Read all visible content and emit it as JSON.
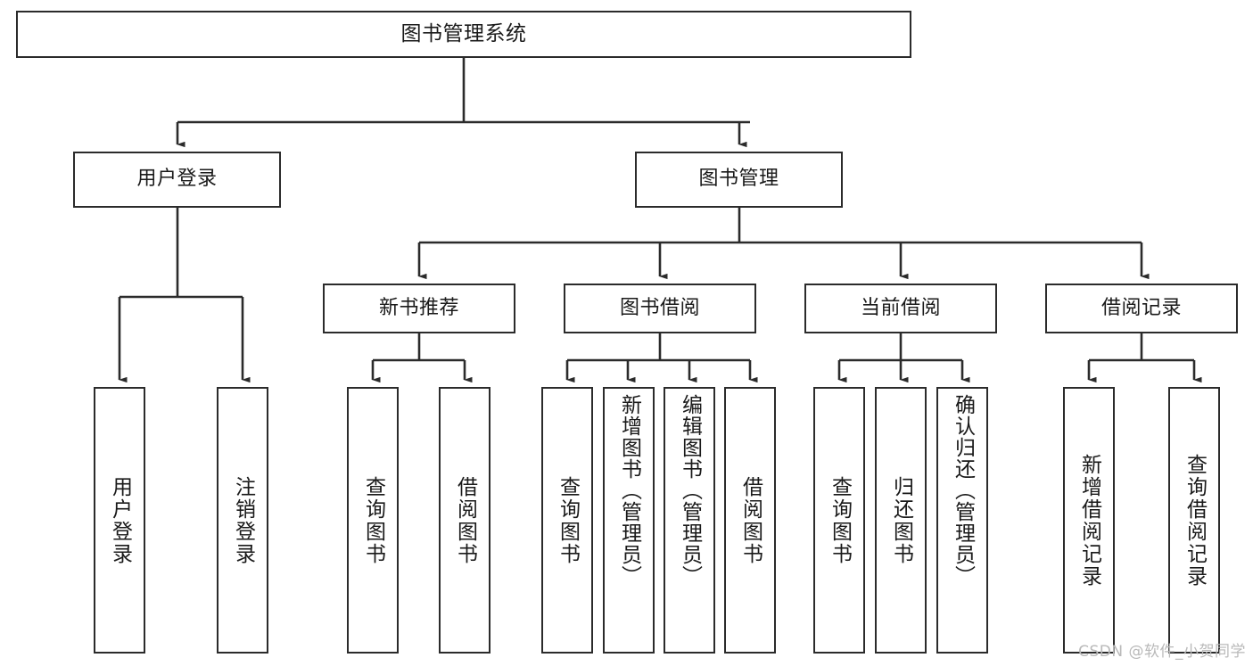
{
  "diagram": {
    "type": "tree",
    "title": "图书管理系统",
    "orientation": "top-down",
    "colors": {
      "background": "#ffffff",
      "node_border": "#2b2b2b",
      "node_fill": "#ffffff",
      "edge": "#2b2b2b",
      "text": "#1a1a1a",
      "watermark": "#b9b9b9"
    }
  },
  "watermark": "CSDN @软件_小贺同学",
  "nodes": {
    "root": {
      "label": "图书管理系统"
    },
    "level2": [
      {
        "id": "user-login",
        "label": "用户登录"
      },
      {
        "id": "book-manage",
        "label": "图书管理"
      }
    ],
    "level3": [
      {
        "id": "new-book-recommend",
        "label": "新书推荐"
      },
      {
        "id": "book-borrow",
        "label": "图书借阅"
      },
      {
        "id": "current-borrow",
        "label": "当前借阅"
      },
      {
        "id": "borrow-record",
        "label": "借阅记录"
      }
    ],
    "leaves": [
      {
        "id": "leaf-user-login",
        "label": "用户登录",
        "parent": "user-login"
      },
      {
        "id": "leaf-user-logout",
        "label": "注销登录",
        "parent": "user-login"
      },
      {
        "id": "leaf-query-book-1",
        "label": "查询图书",
        "parent": "new-book-recommend"
      },
      {
        "id": "leaf-borrow-book-1",
        "label": "借阅图书",
        "parent": "new-book-recommend"
      },
      {
        "id": "leaf-query-book-2",
        "label": "查询图书",
        "parent": "book-borrow"
      },
      {
        "id": "leaf-add-book",
        "label": "新增图书（管理员）",
        "parent": "book-borrow"
      },
      {
        "id": "leaf-edit-book",
        "label": "编辑图书（管理员）",
        "parent": "book-borrow"
      },
      {
        "id": "leaf-borrow-book-2",
        "label": "借阅图书",
        "parent": "book-borrow"
      },
      {
        "id": "leaf-query-book-3",
        "label": "查询图书",
        "parent": "current-borrow"
      },
      {
        "id": "leaf-return-book",
        "label": "归还图书",
        "parent": "current-borrow"
      },
      {
        "id": "leaf-confirm-return",
        "label": "确认归还（管理员）",
        "parent": "current-borrow"
      },
      {
        "id": "leaf-add-record",
        "label": "新增借阅记录",
        "parent": "borrow-record"
      },
      {
        "id": "leaf-query-record",
        "label": "查询借阅记录",
        "parent": "borrow-record"
      }
    ]
  }
}
